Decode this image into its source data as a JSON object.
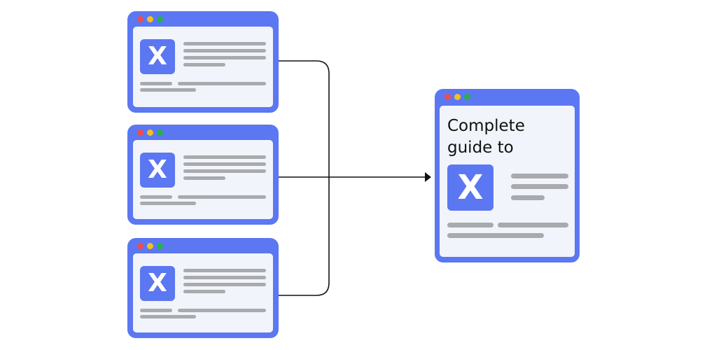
{
  "colors": {
    "window_frame": "#5b77f2",
    "content_bg": "#f1f4fb",
    "placeholder_bar": "#a9aaad",
    "connector": "#111111",
    "dot_red": "#ee4d4d",
    "dot_yellow": "#f2c21b",
    "dot_green": "#27b14a"
  },
  "source_pages": [
    {
      "logo_letter": "X",
      "logo_icon": "x-logo-icon"
    },
    {
      "logo_letter": "X",
      "logo_icon": "x-logo-icon"
    },
    {
      "logo_letter": "X",
      "logo_icon": "x-logo-icon"
    }
  ],
  "result_page": {
    "title": "Complete\nguide to",
    "logo_letter": "X",
    "logo_icon": "x-logo-icon"
  },
  "connector": {
    "type": "merge-arrow",
    "icon": "arrow-right-icon"
  }
}
